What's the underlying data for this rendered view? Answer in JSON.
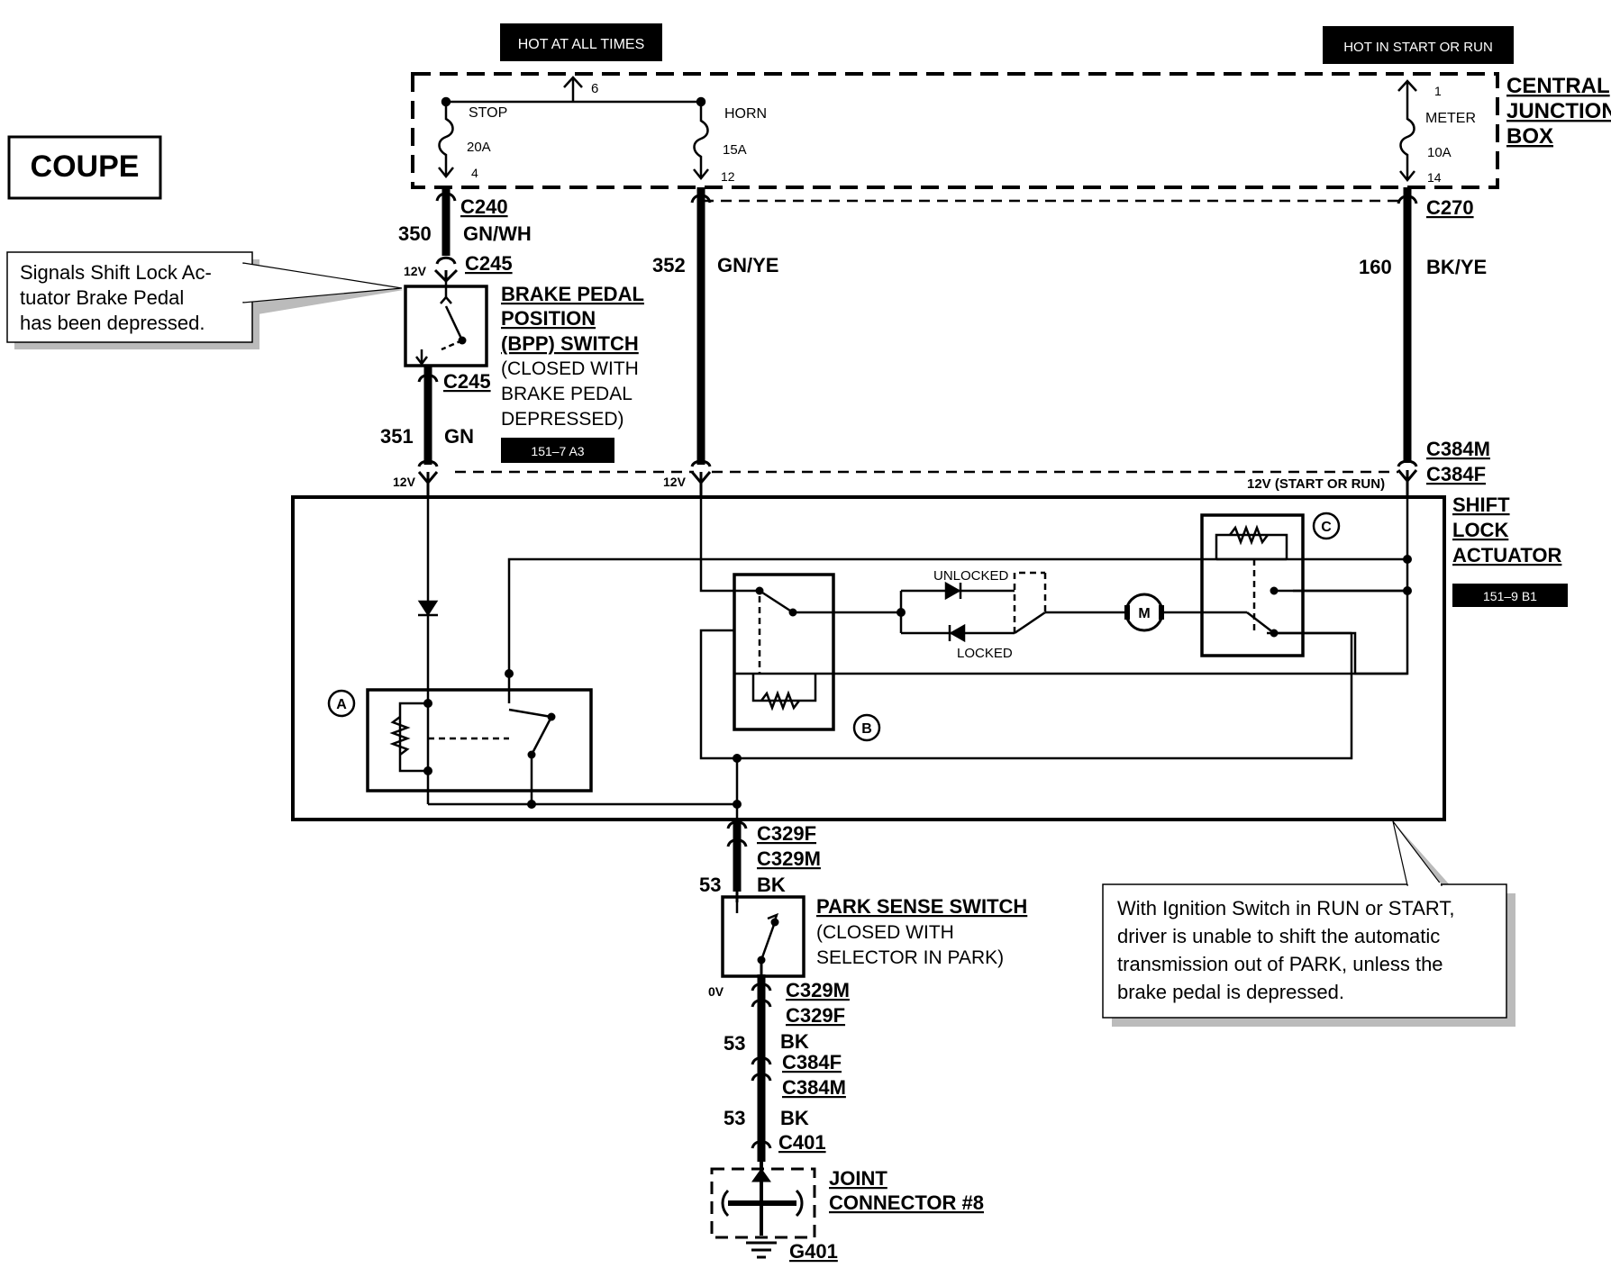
{
  "badge": "COUPE",
  "power": {
    "hot_all_times": "HOT AT ALL TIMES",
    "hot_start_run": "HOT IN START OR RUN",
    "cjb_label": [
      "CENTRAL",
      "JUNCTION",
      "BOX"
    ],
    "stop": {
      "name": "STOP",
      "rating": "20A",
      "in_pin": "6",
      "out_pin": "4"
    },
    "horn": {
      "name": "HORN",
      "rating": "15A",
      "out_pin": "12"
    },
    "meter": {
      "name": "METER",
      "rating": "10A",
      "in_pin": "1",
      "out_pin": "14"
    }
  },
  "wires": {
    "w350": {
      "num": "350",
      "color": "GN/WH"
    },
    "w351": {
      "num": "351",
      "color": "GN"
    },
    "w352": {
      "num": "352",
      "color": "GN/YE"
    },
    "w160": {
      "num": "160",
      "color": "BK/YE"
    },
    "w53a": {
      "num": "53",
      "color": "BK"
    },
    "w53b": {
      "num": "53",
      "color": "BK"
    },
    "w53c": {
      "num": "53",
      "color": "BK"
    }
  },
  "connectors": {
    "c240": "C240",
    "c245a": "C245",
    "c245b": "C245",
    "c270": "C270",
    "c384m_top": "C384M",
    "c384f_top": "C384F",
    "c329f_top": "C329F",
    "c329m_top": "C329M",
    "c329m_bot": "C329M",
    "c329f_bot": "C329F",
    "c384f_bot": "C384F",
    "c384m_bot": "C384M",
    "c401": "C401",
    "g401": "G401"
  },
  "voltages": {
    "v12_a": "12V",
    "v12_b": "12V",
    "v12_c": "12V",
    "v12_run": "12V (START OR RUN)",
    "v0": "0V"
  },
  "bpp_switch": {
    "title": [
      "BRAKE PEDAL",
      "POSITION",
      "(BPP) SWITCH"
    ],
    "note": [
      "(CLOSED WITH",
      "BRAKE PEDAL",
      "DEPRESSED)"
    ],
    "ref": "151–7 A3"
  },
  "actuator": {
    "title": [
      "SHIFT",
      "LOCK",
      "ACTUATOR"
    ],
    "ref": "151–9 B1",
    "relay_a": "A",
    "relay_b": "B",
    "relay_c": "C",
    "unlocked": "UNLOCKED",
    "locked": "LOCKED",
    "motor": "M"
  },
  "park_switch": {
    "title": "PARK SENSE SWITCH",
    "note": [
      "(CLOSED WITH",
      "SELECTOR IN PARK)"
    ]
  },
  "joint": {
    "title": [
      "JOINT",
      "CONNECTOR #8"
    ]
  },
  "callouts": {
    "brake": [
      "Signals Shift Lock Ac-",
      "tuator Brake Pedal",
      "has been depressed."
    ],
    "ignition": [
      "With Ignition Switch in RUN or START,",
      "driver is unable to shift the automatic",
      "transmission out of PARK, unless the",
      "brake pedal is depressed."
    ]
  }
}
